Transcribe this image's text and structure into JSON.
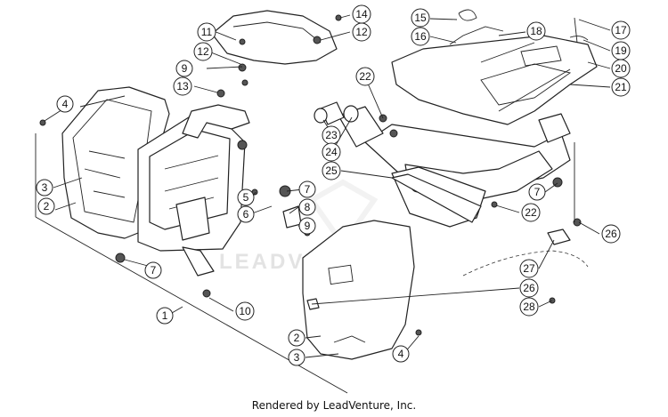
{
  "watermark": "LEADVENTURE",
  "footer": "Rendered by LeadVenture, Inc.",
  "callouts": [
    {
      "id": "c1",
      "num": "1"
    },
    {
      "id": "c2a",
      "num": "2"
    },
    {
      "id": "c2b",
      "num": "2"
    },
    {
      "id": "c3a",
      "num": "3"
    },
    {
      "id": "c3b",
      "num": "3"
    },
    {
      "id": "c4a",
      "num": "4"
    },
    {
      "id": "c4b",
      "num": "4"
    },
    {
      "id": "c5",
      "num": "5"
    },
    {
      "id": "c6",
      "num": "6"
    },
    {
      "id": "c7a",
      "num": "7"
    },
    {
      "id": "c7b",
      "num": "7"
    },
    {
      "id": "c7c",
      "num": "7"
    },
    {
      "id": "c8",
      "num": "8"
    },
    {
      "id": "c9a",
      "num": "9"
    },
    {
      "id": "c9b",
      "num": "9"
    },
    {
      "id": "c10",
      "num": "10"
    },
    {
      "id": "c11",
      "num": "11"
    },
    {
      "id": "c12a",
      "num": "12"
    },
    {
      "id": "c12b",
      "num": "12"
    },
    {
      "id": "c13",
      "num": "13"
    },
    {
      "id": "c14",
      "num": "14"
    },
    {
      "id": "c15",
      "num": "15"
    },
    {
      "id": "c16",
      "num": "16"
    },
    {
      "id": "c17",
      "num": "17"
    },
    {
      "id": "c18",
      "num": "18"
    },
    {
      "id": "c19",
      "num": "19"
    },
    {
      "id": "c20",
      "num": "20"
    },
    {
      "id": "c21",
      "num": "21"
    },
    {
      "id": "c22a",
      "num": "22"
    },
    {
      "id": "c22b",
      "num": "22"
    },
    {
      "id": "c23",
      "num": "23"
    },
    {
      "id": "c24",
      "num": "24"
    },
    {
      "id": "c25",
      "num": "25"
    },
    {
      "id": "c26a",
      "num": "26"
    },
    {
      "id": "c26b",
      "num": "26"
    },
    {
      "id": "c27",
      "num": "27"
    },
    {
      "id": "c28",
      "num": "28"
    }
  ]
}
